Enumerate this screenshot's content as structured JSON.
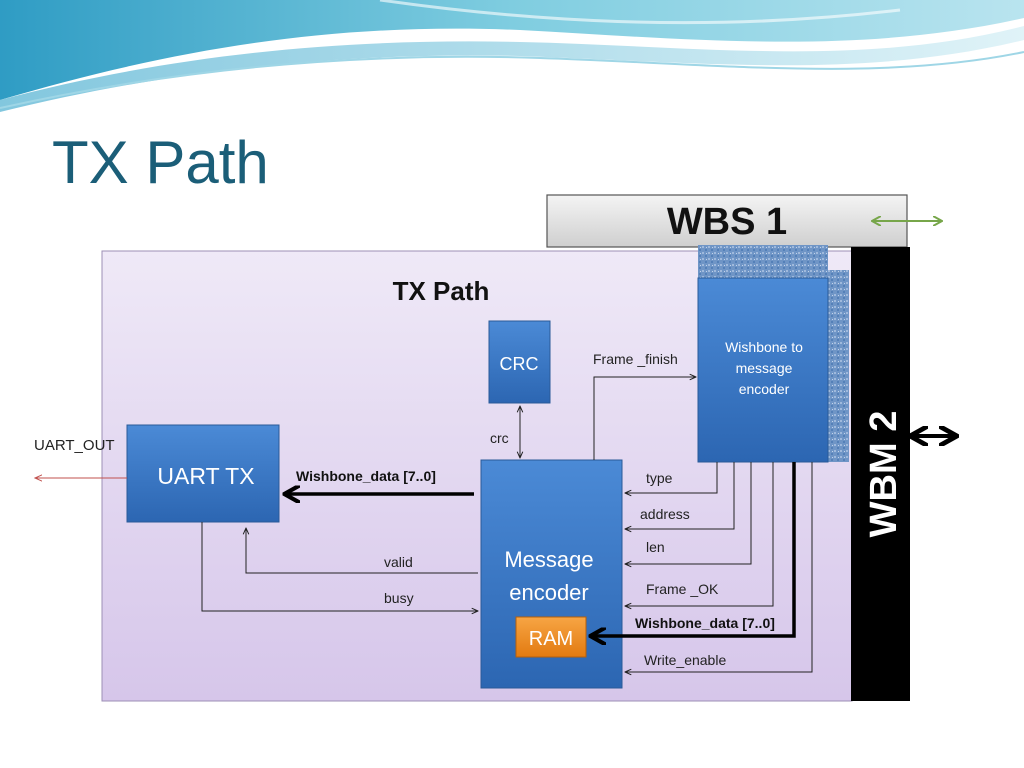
{
  "slide": {
    "title": "TX Path"
  },
  "diagram": {
    "heading": "TX Path",
    "blocks": {
      "wbs1": "WBS 1",
      "wbm2": "WBM 2",
      "wb_encoder": [
        "Wishbone to",
        "message",
        "encoder"
      ],
      "crc": "CRC",
      "uart_tx": "UART  TX",
      "msg_encoder": [
        "Message",
        "encoder"
      ],
      "ram": "RAM"
    },
    "signals": {
      "uart_out": "UART_OUT",
      "frame_finish": "Frame _finish",
      "crc": "crc",
      "wishbone_data_uart": "Wishbone_data [7..0]",
      "type": "type",
      "address": "address",
      "len": "len",
      "valid": "valid",
      "busy": "busy",
      "frame_ok": "Frame _OK",
      "wishbone_data_ram": "Wishbone_data [7..0]",
      "write_enable": "Write_enable"
    },
    "colors": {
      "title": "#1b5e78",
      "block_blue": "#3a78c4",
      "ram_orange": "#f08a1c",
      "panel_purple": "#e6dcf2",
      "uart_out_arrow": "#c0504d",
      "wbs1_arrow": "#77a64a"
    }
  }
}
